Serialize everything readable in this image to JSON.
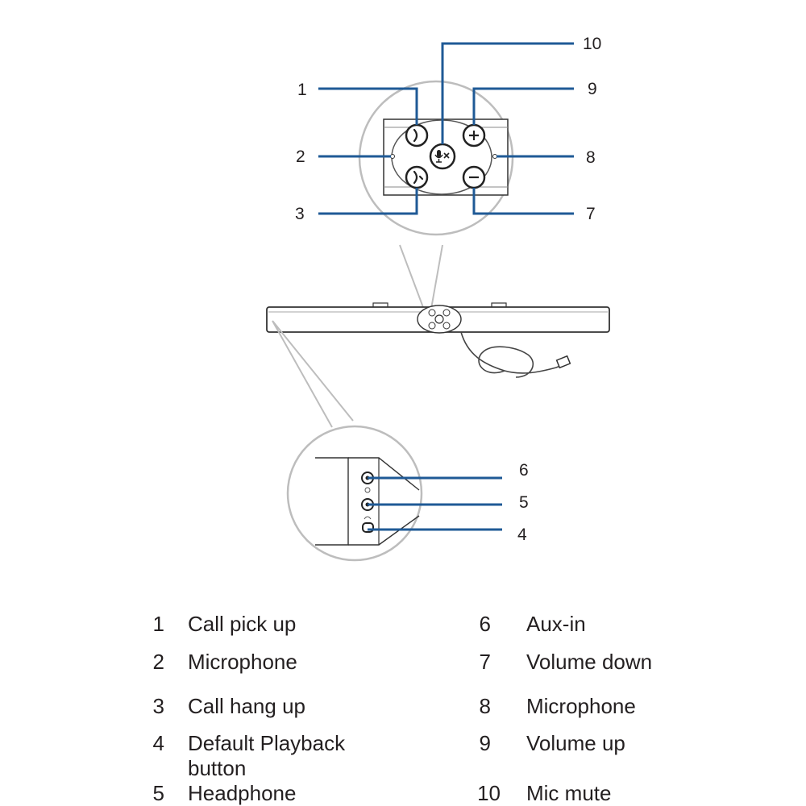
{
  "palette": {
    "leader_line": "#1f5a96",
    "outline": "#333333",
    "detail_circle": "#bdbdbd",
    "text": "#231f20"
  },
  "icons": {
    "call_pick_up": "phone-handset-icon",
    "call_hang_up": "phone-hangup-icon",
    "mic_mute": "microphone-mute-icon",
    "volume_up": "plus-icon",
    "volume_down": "minus-icon",
    "aux_in": "aux-in-icon",
    "headphone": "headphone-icon"
  },
  "callouts": {
    "c1": "1",
    "c2": "2",
    "c3": "3",
    "c4": "4",
    "c5": "5",
    "c6": "6",
    "c7": "7",
    "c8": "8",
    "c9": "9",
    "c10": "10"
  },
  "legend": [
    {
      "number": "1",
      "label": "Call pick up"
    },
    {
      "number": "2",
      "label": "Microphone"
    },
    {
      "number": "3",
      "label": "Call hang up"
    },
    {
      "number": "4",
      "label": "Default Playback button"
    },
    {
      "number": "5",
      "label": "Headphone"
    },
    {
      "number": "6",
      "label": "Aux-in"
    },
    {
      "number": "7",
      "label": "Volume down"
    },
    {
      "number": "8",
      "label": "Microphone"
    },
    {
      "number": "9",
      "label": "Volume up"
    },
    {
      "number": "10",
      "label": "Mic mute"
    }
  ]
}
